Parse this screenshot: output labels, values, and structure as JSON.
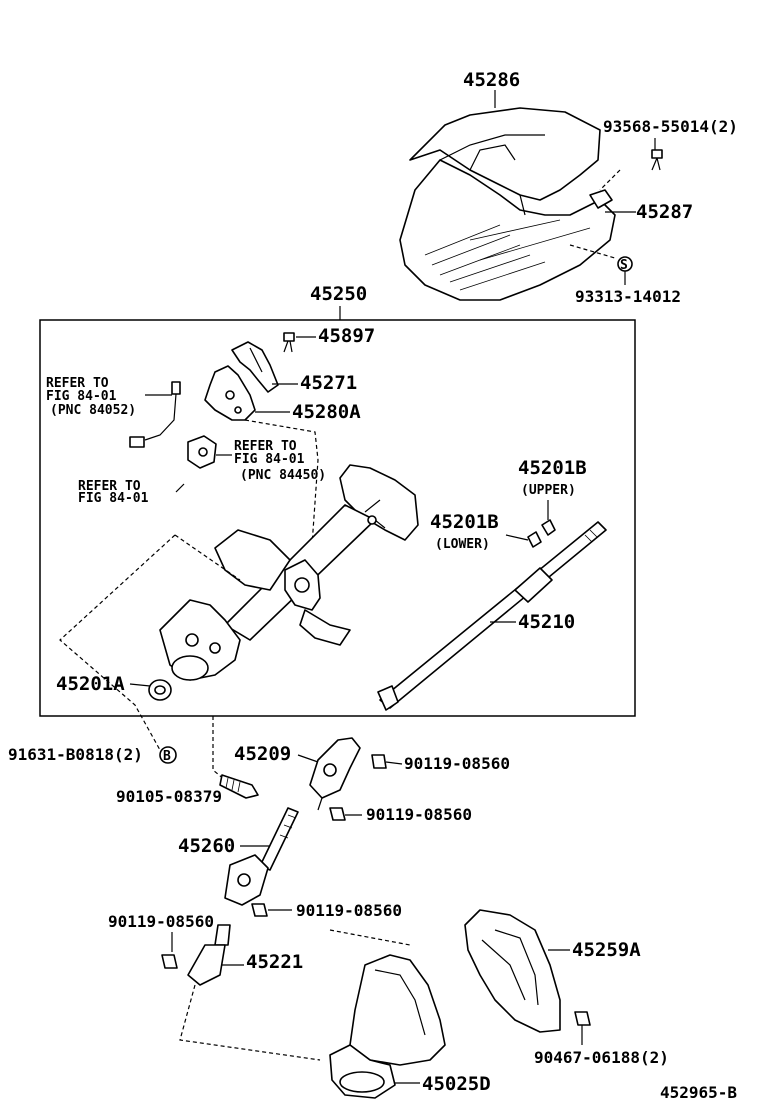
{
  "diagram": {
    "callouts": {
      "p45286": "45286",
      "p93568": "93568-55014(2)",
      "p45287": "45287",
      "p93313": "93313-14012",
      "p45250": "45250",
      "p45897": "45897",
      "p45271": "45271",
      "p45280a": "45280A",
      "p45201b_upper": "45201B",
      "upper_note": "(UPPER)",
      "p45201b_lower": "45201B",
      "lower_note": "(LOWER)",
      "p45210": "45210",
      "p45201a": "45201A",
      "p91631": "91631-B0818(2)",
      "p45209": "45209",
      "p90119_a": "90119-08560",
      "p90105": "90105-08379",
      "p90119_b": "90119-08560",
      "p45260": "45260",
      "p90119_c": "90119-08560",
      "p90119_d": "90119-08560",
      "p45221": "45221",
      "p45259a": "45259A",
      "p90467": "90467-06188(2)",
      "p45025d": "45025D",
      "diagram_id": "452965-B"
    },
    "refs": {
      "ref1": {
        "line1": "REFER TO",
        "line2": "FIG 84-01",
        "line3": "(PNC 84052)"
      },
      "ref2": {
        "line1": "REFER TO",
        "line2": "FIG 84-01",
        "line3": "(PNC 84450)"
      },
      "ref3": {
        "line1": "REFER TO",
        "line2": "FIG 84-01"
      }
    },
    "markers": {
      "b": "B",
      "s": "S"
    }
  }
}
